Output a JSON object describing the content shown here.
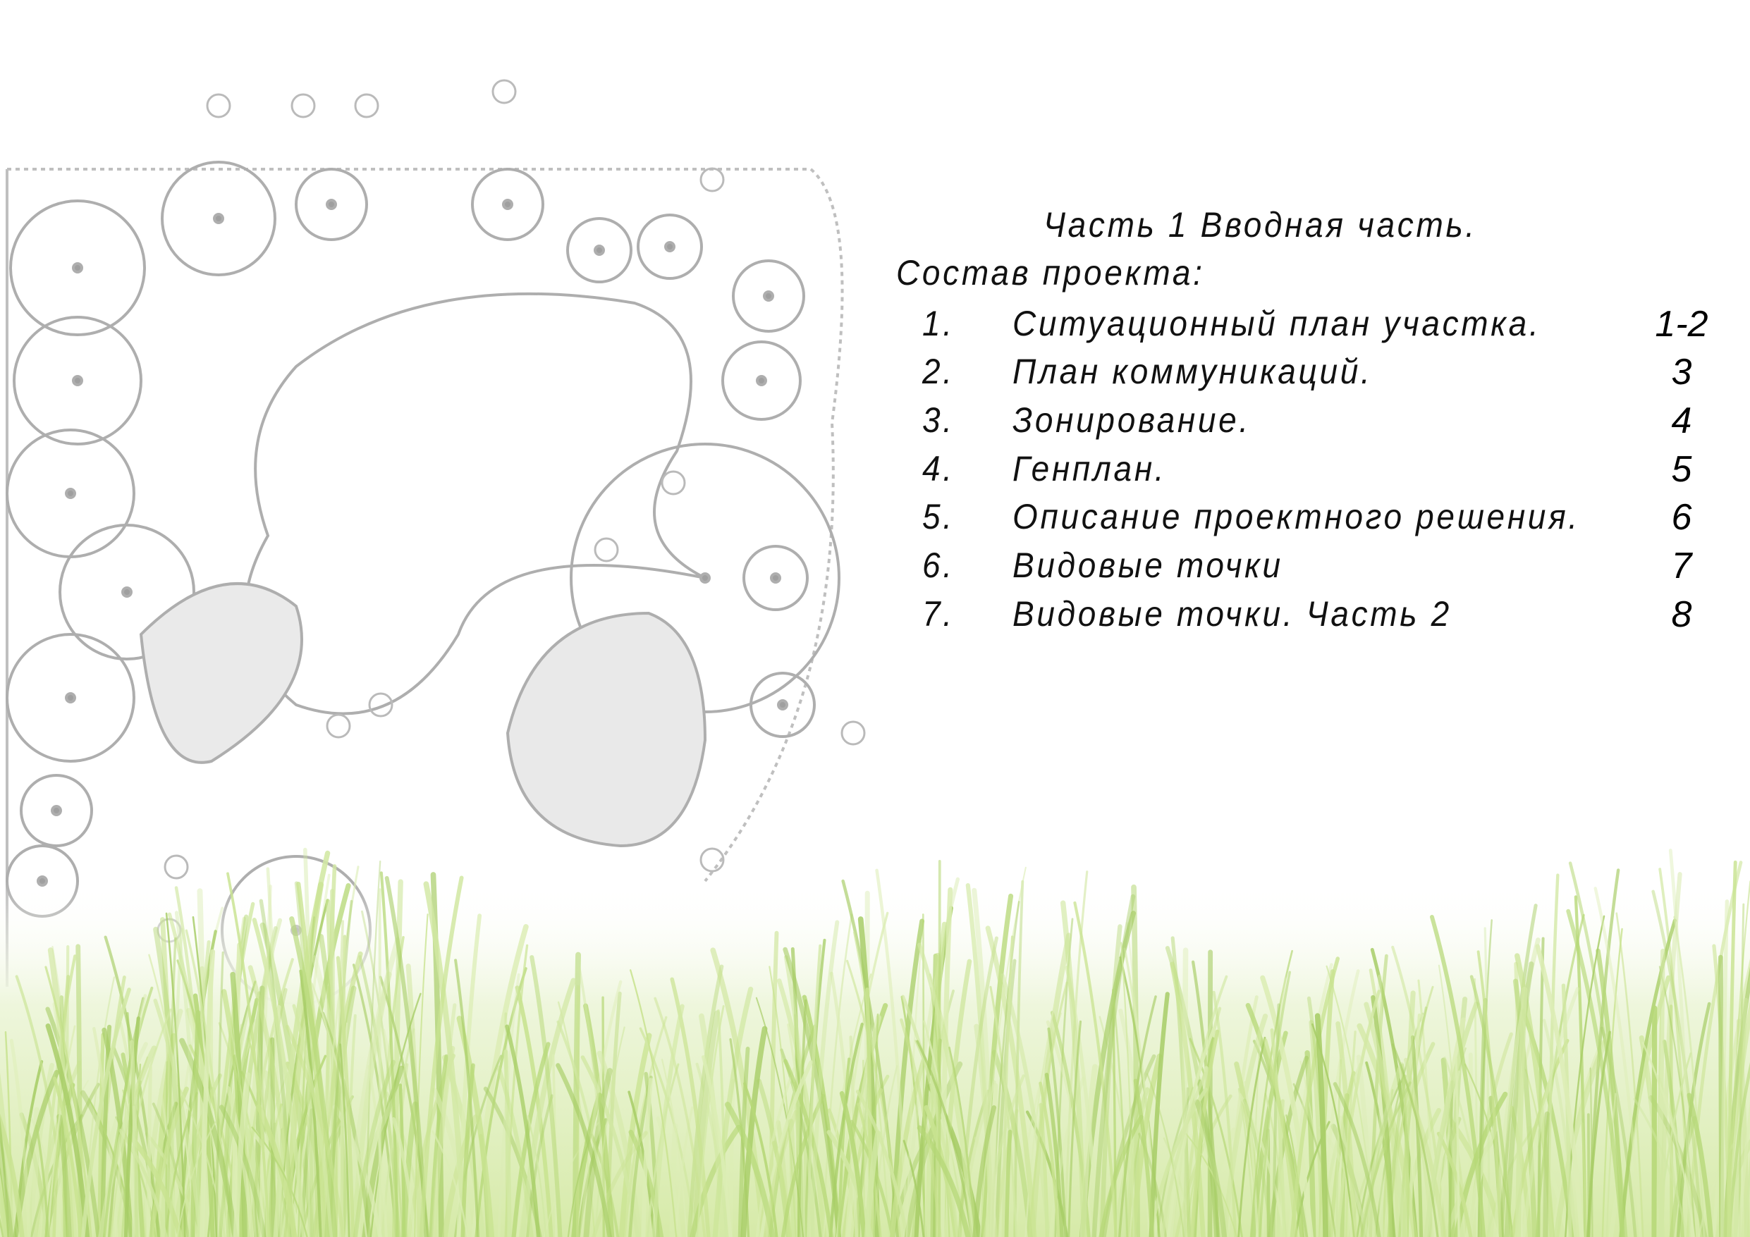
{
  "heading": "Часть 1 Вводная часть.",
  "subheading": "Состав проекта:",
  "contents": [
    {
      "num": "1.",
      "label": "Ситуационный план участка.",
      "page": "1-2"
    },
    {
      "num": "2.",
      "label": "План коммуникаций.",
      "page": "3"
    },
    {
      "num": "3.",
      "label": "Зонирование.",
      "page": "4"
    },
    {
      "num": "4.",
      "label": "Генплан.",
      "page": "5"
    },
    {
      "num": "5.",
      "label": "Описание проектного решения.",
      "page": "6"
    },
    {
      "num": "6.",
      "label": "Видовые точки",
      "page": "7"
    },
    {
      "num": "7.",
      "label": "Видовые точки. Часть 2",
      "page": "8"
    }
  ],
  "colors": {
    "sketch": "#9a9a9a",
    "grass_light": "#e6f2c8",
    "grass_dark": "#a9cf6a"
  }
}
